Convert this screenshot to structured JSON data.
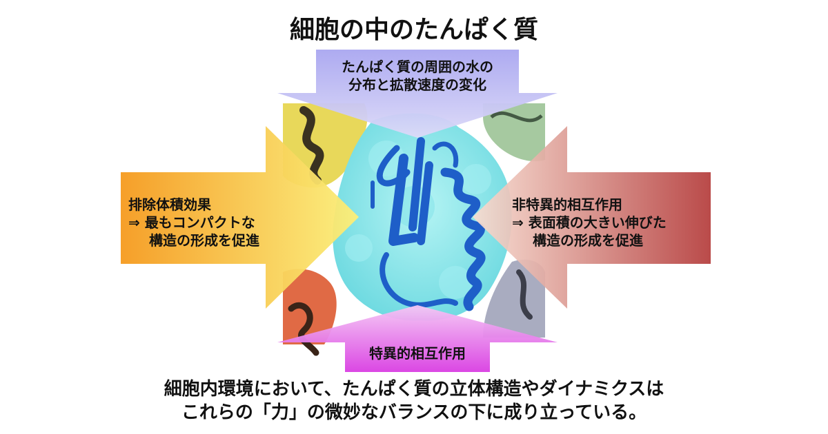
{
  "title": "細胞の中のたんぱく質",
  "arrows": {
    "top": {
      "line1": "たんぱく質の周囲の水の",
      "line2": "分布と拡散速度の変化"
    },
    "left": {
      "line1": "排除体積効果",
      "line2": "⇒ 最もコンパクトな",
      "line3": "構造の形成を促進"
    },
    "right": {
      "line1": "非特異的相互作用",
      "line2": "⇒ 表面積の大きい伸びた",
      "line3": "構造の形成を促進"
    },
    "bottom": {
      "line1": "特異的相互作用"
    }
  },
  "caption": {
    "line1": "細胞内環境において、たんぱく質の立体構造やダイナミクスは",
    "line2": "これらの「力」の微妙なバランスの下に成り立っている。"
  },
  "colors": {
    "top_arrow": "#b6b2f2",
    "left_arrow_start": "#f59a1e",
    "left_arrow_end": "#fbf07a",
    "right_arrow_start": "#f8ded2",
    "right_arrow_end": "#b43b3a",
    "bottom_arrow": "#e04ae8",
    "protein_surface": "#8fe8ec",
    "protein_ribbon": "#1e5ec8"
  }
}
